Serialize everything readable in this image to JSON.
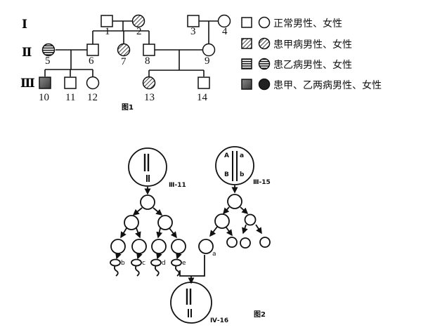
{
  "generations": [
    "Ⅰ",
    "Ⅱ",
    "Ⅲ"
  ],
  "individuals": [
    {
      "id": "1",
      "sex": "male",
      "status": "normal"
    },
    {
      "id": "2",
      "sex": "female",
      "status": "disease-a"
    },
    {
      "id": "3",
      "sex": "male",
      "status": "normal"
    },
    {
      "id": "4",
      "sex": "female",
      "status": "normal"
    },
    {
      "id": "5",
      "sex": "female",
      "status": "disease-b"
    },
    {
      "id": "6",
      "sex": "male",
      "status": "normal"
    },
    {
      "id": "7",
      "sex": "female",
      "status": "disease-a"
    },
    {
      "id": "8",
      "sex": "male",
      "status": "normal"
    },
    {
      "id": "9",
      "sex": "female",
      "status": "normal"
    },
    {
      "id": "10",
      "sex": "male",
      "status": "disease-ab"
    },
    {
      "id": "11",
      "sex": "male",
      "status": "normal"
    },
    {
      "id": "12",
      "sex": "female",
      "status": "normal"
    },
    {
      "id": "13",
      "sex": "female",
      "status": "disease-a"
    },
    {
      "id": "14",
      "sex": "male",
      "status": "normal"
    }
  ],
  "legend": [
    {
      "label": "正常男性、女性",
      "style": "normal"
    },
    {
      "label": "患甲病男性、女性",
      "style": "disease-a"
    },
    {
      "label": "患乙病男性、女性",
      "style": "disease-b"
    },
    {
      "label": "患甲、乙两病男性、女性",
      "style": "disease-ab"
    }
  ],
  "figure1_caption": "图1",
  "figure2": {
    "caption": "图2",
    "cell_labels": [
      "Ⅲ-11",
      "Ⅲ-15",
      "Ⅳ-16"
    ],
    "chromosome_labels": {
      "a_upper": "A",
      "a_lower": "a",
      "b_upper": "B",
      "b_lower": "b"
    },
    "gamete_labels": [
      "b",
      "c",
      "d",
      "e",
      "a"
    ]
  },
  "colors": {
    "ink": "#111111",
    "disease_ab_male": "#555555",
    "disease_ab_female": "#222222"
  }
}
